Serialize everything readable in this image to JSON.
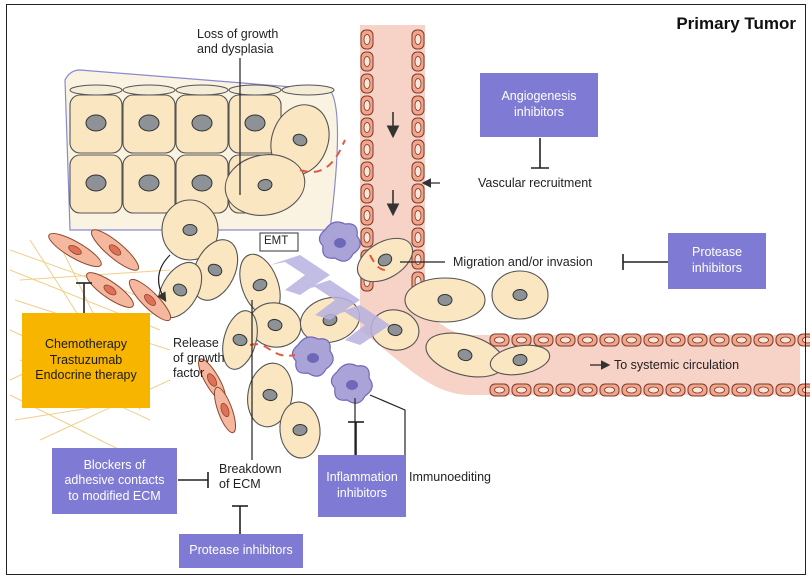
{
  "title": "Primary Tumor",
  "labels": {
    "loss_of_growth": "Loss of growth\nand dysplasia",
    "vascular_recruitment": "Vascular recruitment",
    "migration_invasion": "Migration and/or invasion",
    "emt": "EMT",
    "release_growth_factor": "Release\nof growth\nfactor",
    "breakdown_ecm": "Breakdown\nof ECM",
    "immunoediting": "Immunoediting",
    "systemic_circulation": "To systemic circulation"
  },
  "boxes": {
    "angiogenesis": "Angiogenesis\ninhibitors",
    "protease_right": "Protease\ninhibitors",
    "chemotherapy": "Chemotherapy\nTrastuzumab\nEndocrine therapy",
    "blockers": "Blockers of\nadhesive contacts\nto modified ECM",
    "inflammation": "Inflammation\ninhibitors",
    "protease_bottom": "Protease inhibitors"
  },
  "colors": {
    "inhibitor_box": "#7f7bd4",
    "therapy_box": "#f7b500",
    "cell_fill": "#fbe6c2",
    "vessel_fill": "#f7d2c6",
    "rbc": "#f3a58c"
  }
}
